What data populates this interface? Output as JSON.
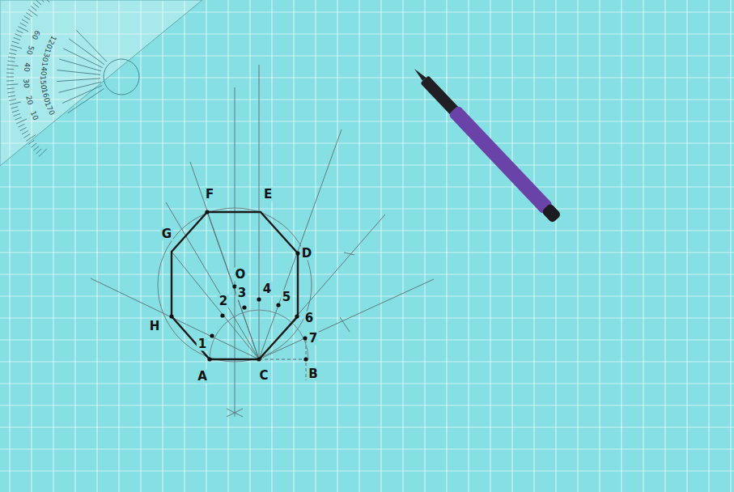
{
  "diagram": {
    "labels": [
      "F",
      "E",
      "G",
      "D",
      "O",
      "2",
      "3",
      "4",
      "5",
      "H",
      "6",
      "7",
      "1",
      "A",
      "C",
      "B",
      "10",
      "20",
      "30",
      "40",
      "50",
      "60",
      "170",
      "160",
      "150",
      "140",
      "130",
      "120"
    ]
  }
}
